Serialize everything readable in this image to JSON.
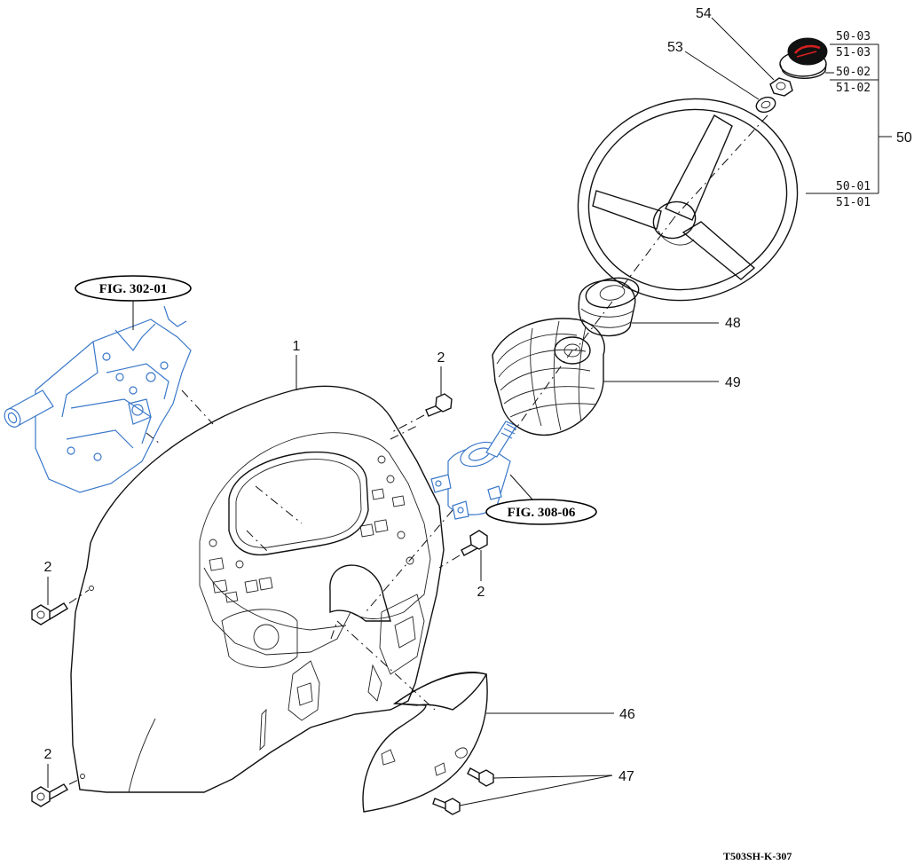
{
  "diagram": {
    "drawing_code": "T503SH-K-307",
    "figure_refs": [
      {
        "id": "fig-302",
        "label": "FIG. 302-01"
      },
      {
        "id": "fig-308",
        "label": "FIG. 308-06"
      }
    ],
    "callouts": {
      "c1": "1",
      "c2a": "2",
      "c2b": "2",
      "c2c": "2",
      "c2d": "2",
      "c46": "46",
      "c47": "47",
      "c48": "48",
      "c49": "49",
      "c50": "50",
      "c53": "53",
      "c54": "54",
      "c50_01": "50-01",
      "c51_01": "51-01",
      "c50_02": "50-02",
      "c51_02": "51-02",
      "c50_03": "50-03",
      "c51_03": "51-03"
    },
    "colors": {
      "line": "#111111",
      "reference_part": "#3a78c9",
      "cap_logo": "#d62020",
      "cap_center": "#111111"
    }
  }
}
